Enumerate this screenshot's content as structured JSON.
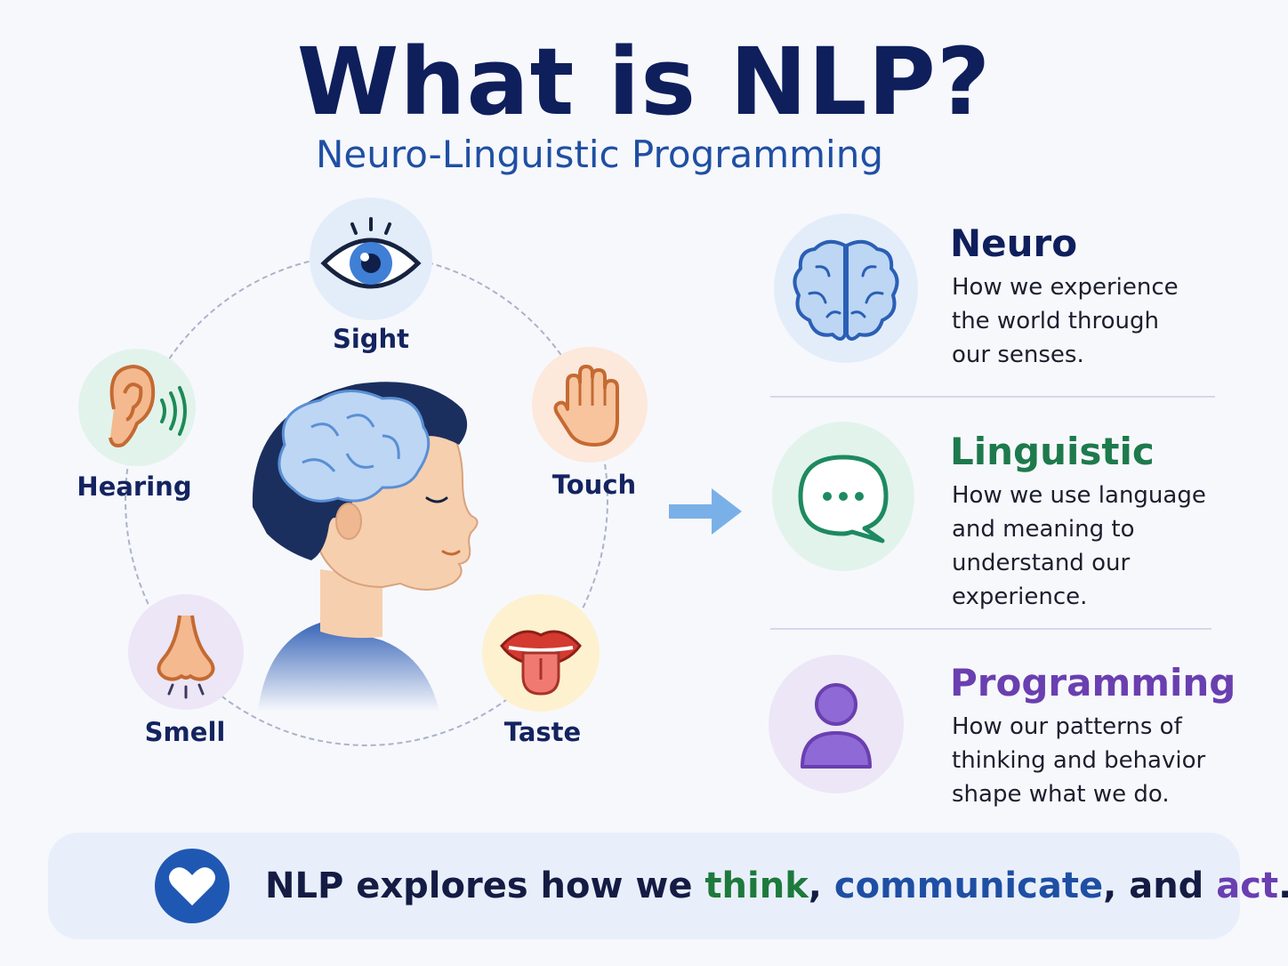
{
  "title": "What is NLP?",
  "subtitle": "Neuro-Linguistic Programming",
  "senses": [
    {
      "label": "Sight",
      "icon": "eye-icon",
      "bg": "#e3edfa"
    },
    {
      "label": "Hearing",
      "icon": "ear-icon",
      "bg": "#e2f3ec"
    },
    {
      "label": "Touch",
      "icon": "hand-icon",
      "bg": "#fde8dc"
    },
    {
      "label": "Smell",
      "icon": "nose-icon",
      "bg": "#ece6f7"
    },
    {
      "label": "Taste",
      "icon": "tongue-icon",
      "bg": "#fdf1cf"
    }
  ],
  "concepts": [
    {
      "heading": "Neuro",
      "color": "#0f1f5c",
      "icon": "brain-icon",
      "bg": "#e3edfa",
      "lines": [
        "How we experience",
        "the world through",
        "our senses."
      ]
    },
    {
      "heading": "Linguistic",
      "color": "#1d7a4c",
      "icon": "speech-bubble-icon",
      "bg": "#e2f3ec",
      "lines": [
        "How we use language",
        "and meaning to",
        "understand our",
        "experience."
      ]
    },
    {
      "heading": "Programming",
      "color": "#6a3fb0",
      "icon": "person-icon",
      "bg": "#ece6f7",
      "lines": [
        "How our patterns of",
        "thinking and behavior",
        "shape what we do."
      ]
    }
  ],
  "footer": {
    "icon": "heart-icon",
    "part1": "NLP explores how we ",
    "think": "think",
    "comma1": ", ",
    "communicate": "communicate",
    "part2": ", and ",
    "act": "act",
    "period": ".",
    "colors": {
      "think": "#1d7a3c",
      "communicate": "#1f4fa3",
      "act": "#6a3fb0"
    }
  }
}
